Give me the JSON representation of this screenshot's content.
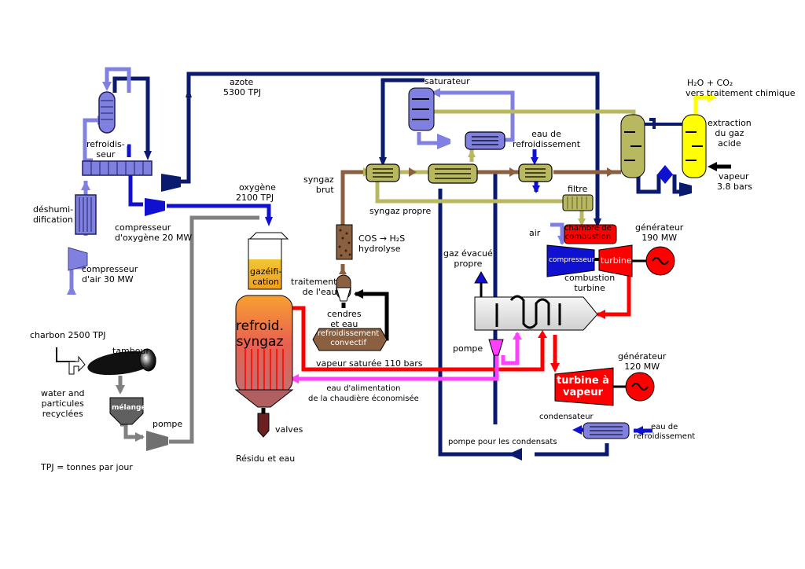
{
  "labels": {
    "azote": "azote",
    "azote_flow": "5300 TPJ",
    "saturateur": "saturateur",
    "h2o_co2": "H₂O + CO₂",
    "vers_traitement": "vers traitement chimique",
    "refroidisseur": "refroidis-\nseur",
    "eau_refroidissement_top": "eau de\nrefroidissement",
    "extraction_gaz_acide": "extraction\ndu gaz\nacide",
    "syngaz_brut": "syngaz\nbrut",
    "vapeur": "vapeur",
    "vapeur_pressure": "3.8 bars",
    "oxygene": "oxygène",
    "oxygene_flow": "2100 TPJ",
    "filtre": "filtre",
    "deshumidification": "déshumi-\ndification",
    "syngaz_propre": "syngaz propre",
    "compresseur_oxygene": "compresseur\nd'oxygène 20 MW",
    "cos_hydrolyse": "COS → H₂S\nhydrolyse",
    "air": "air",
    "chambre_combustion": "chambre de\ncombustion",
    "generateur_top": "générateur\n190 MW",
    "gaz_evacue": "gaz évacué\npropre",
    "compresseur_label": "compresseur",
    "turbine_label": "turbine",
    "compresseur_air": "compresseur\nd'air 30 MW",
    "gazeification": "gazéifi-\ncation",
    "traitement_eau": "traitement\nde l'eau",
    "combustion_turbine": "combustion\nturbine",
    "refroid_syngaz": "refroid.\nsyngaz",
    "cendres_eau": "cendres\net eau",
    "charbon": "charbon 2500 TPJ",
    "refroidissement_convectif": "refroidissement\nconvectif",
    "tambour": "tambour",
    "pompe_left": "pompe",
    "generateur_bottom": "générateur\n120 MW",
    "vapeur_saturee": "vapeur saturée 110 bars",
    "water_particules": "water and\nparticules\nrecyclées",
    "eau_alimentation": "eau d'alimentation\nde la chaudière économisée",
    "turbine_vapeur": "turbine à\nvapeur",
    "melange": "mélange",
    "condensateur": "condensateur",
    "eau_refroidissement_bottom": "eau de\nrefroidissement",
    "pompe_bottom": "pompe",
    "valves": "valves",
    "pompe_condensats": "pompe pour les condensats",
    "residu_eau": "Résidu et eau",
    "tpj_legend": "TPJ  = tonnes par jour"
  },
  "colors": {
    "air": "#8080e0",
    "nitrogen": "#0a1a6e",
    "oxygen": "#1010d0",
    "syngaz": "#b8b860",
    "raw_syngaz": "#8b6040",
    "steam": "#ff0000",
    "feedwater": "#ff40ff",
    "gray": "#808080",
    "black": "#000000",
    "yellow": "#ffff00"
  }
}
